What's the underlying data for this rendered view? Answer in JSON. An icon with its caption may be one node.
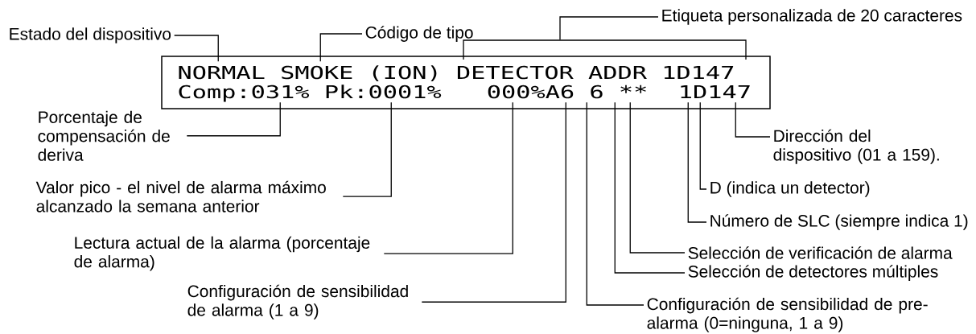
{
  "diagram": {
    "nodes": [
      {
        "text": [
          "Estado del dispositivo"
        ]
      },
      {
        "text": [
          "Código de tipo"
        ]
      },
      {
        "text": [
          "Etiqueta personalizada de 20 caracteres"
        ]
      },
      {
        "text": [
          "NORMAL SMOKE (ION) DETECTOR ADDR 1D147",
          "Comp:031% Pk:0001%",
          "000%A6 6 **",
          "1D147"
        ]
      },
      {
        "text": [
          "Porcentaje de compensación de deriva"
        ]
      },
      {
        "text": [
          "Dirección del dispositivo (01 a 159)."
        ]
      },
      {
        "text": [
          "Valor pico - el nivel de alarma máximo alcanzado la semana anterior"
        ]
      },
      {
        "text": [
          "D (indica un detector)"
        ]
      },
      {
        "text": [
          "Número de SLC (siempre indica 1)"
        ]
      },
      {
        "text": [
          "Lectura actual de la alarma (porcentaje de alarma)"
        ]
      },
      {
        "text": [
          "Selección de verificación de alarma"
        ]
      },
      {
        "text": [
          "Selección de detectores múltiples"
        ]
      },
      {
        "text": [
          "Configuración de sensibilidad de alarma (1 a 9)"
        ]
      },
      {
        "text": [
          "Configuración de sensibilidad de pre-alarma (0=ninguna, 1 a 9)"
        ]
      },
      {
        "text": [],
        "shape": "bracket"
      }
    ],
    "edges": [
      {
        "from": 0,
        "to": 3,
        "arrow": "none"
      },
      {
        "from": 1,
        "to": 3,
        "arrow": "none"
      },
      {
        "from": 2,
        "to": 14,
        "arrow": "none"
      },
      {
        "from": 4,
        "to": 3,
        "arrow": "none"
      },
      {
        "from": 5,
        "to": 3,
        "arrow": "none"
      },
      {
        "from": 6,
        "to": 3,
        "arrow": "none"
      },
      {
        "from": 7,
        "to": 3,
        "arrow": "none"
      },
      {
        "from": 8,
        "to": 3,
        "arrow": "none"
      },
      {
        "from": 9,
        "to": 3,
        "arrow": "none"
      },
      {
        "from": 10,
        "to": 3,
        "arrow": "none"
      },
      {
        "from": 11,
        "to": 3,
        "arrow": "none"
      },
      {
        "from": 12,
        "to": 3,
        "arrow": "none"
      },
      {
        "from": 13,
        "to": 3,
        "arrow": "none"
      }
    ]
  }
}
